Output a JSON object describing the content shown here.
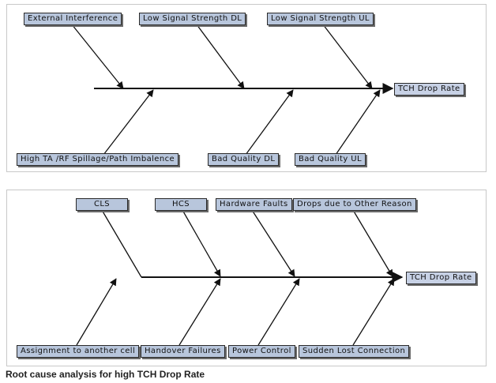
{
  "diagram1": {
    "effect": "TCH Drop Rate",
    "top_causes": [
      "External Interference",
      "Low Signal Strength DL",
      "Low Signal Strength UL"
    ],
    "bottom_causes": [
      "High TA /RF Spillage/Path Imbalence",
      "Bad Quality DL",
      "Bad Quality UL"
    ]
  },
  "diagram2": {
    "effect": "TCH Drop Rate",
    "top_causes": [
      "CLS",
      "HCS",
      "Hardware Faults",
      "Drops due to Other Reason"
    ],
    "bottom_causes": [
      "Assignment to another cell",
      "Handover Failures",
      "Power Control",
      "Sudden Lost Connection"
    ]
  },
  "caption": "Root cause analysis for high TCH Drop Rate",
  "colors": {
    "box_fill": "#b8c6dc",
    "line": "#111111"
  }
}
